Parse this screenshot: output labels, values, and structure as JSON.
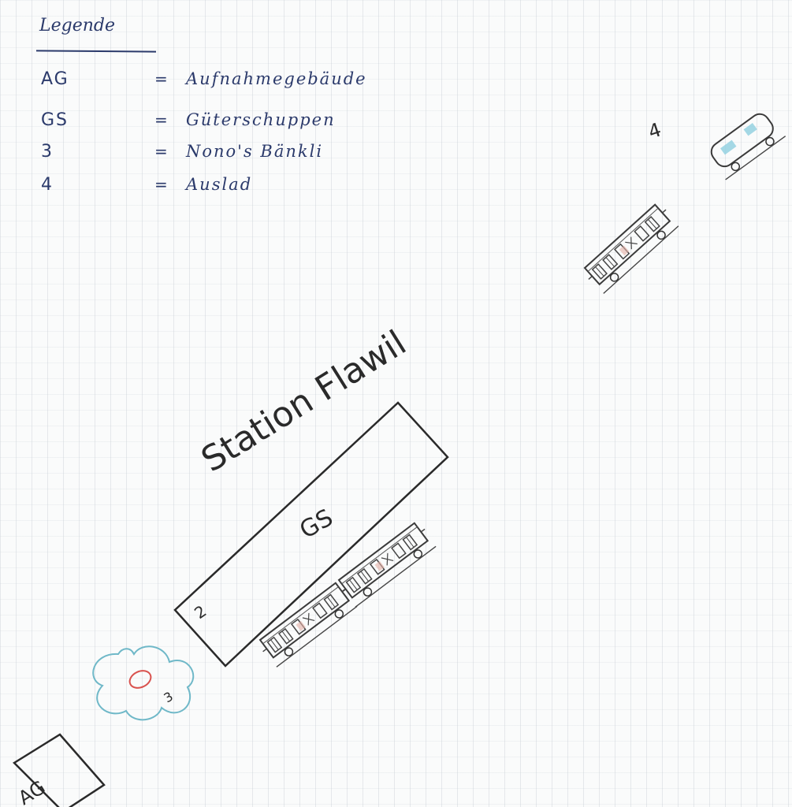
{
  "legend": {
    "title": "Legende",
    "items": [
      {
        "key": "AG",
        "eq": "=",
        "value": "Aufnahmegebäude"
      },
      {
        "key": "GS",
        "eq": "=",
        "value": "Güterschuppen"
      },
      {
        "key": "3",
        "eq": "=",
        "value": "Nono's Bänkli"
      },
      {
        "key": "4",
        "eq": "=",
        "value": "Auslad"
      }
    ]
  },
  "plan": {
    "title": "Station Flawil",
    "gs_label": "GS",
    "gs_number": "2",
    "bench_number": "3",
    "ag_label": "AG",
    "unload_number": "4"
  },
  "colors": {
    "ink": "#2b3a6b",
    "pencil": "#3a3a3a",
    "bench_circle": "#d9534f",
    "bench_cloud": "#6fb8c8"
  }
}
